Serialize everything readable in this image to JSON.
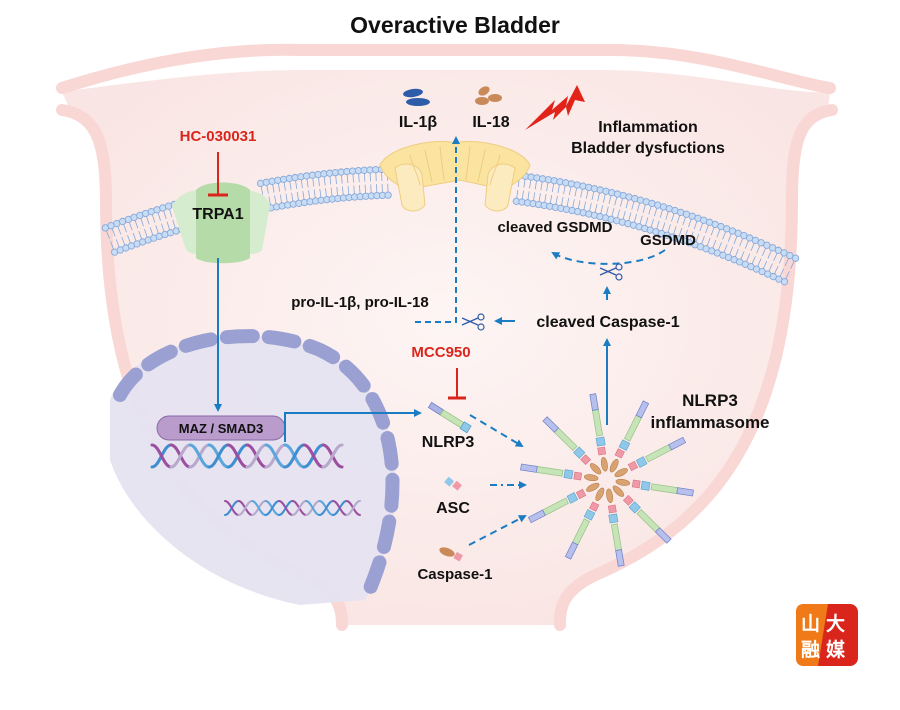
{
  "title": "Overactive Bladder",
  "colors": {
    "bladder_wall": "#f8d9d6",
    "bladder_fill": "#fbeeed",
    "nucleus_fill": "#e6e3f1",
    "nucleus_border": "#9aa0d2",
    "membrane_head": "#c8dcf5",
    "membrane_stroke": "#86a9d8",
    "arrow_blue": "#1a7dc4",
    "inhibitor_red": "#d9261c",
    "trpa1_green": "#b5dba8",
    "pore_yellow": "#fbe3a0",
    "il1b_blue": "#2f5ca8",
    "il18_brown": "#c98a5a",
    "tf_purple": "#b99ccc",
    "dna_blue": "#3f8fd0",
    "dna_purple": "#9c4fa0"
  },
  "labels": {
    "inhibitor_trpa1": "HC-030031",
    "trpa1": "TRPA1",
    "il1b": "IL-1β",
    "il18": "IL-18",
    "outcome_line1": "Inflammation",
    "outcome_line2": "Bladder dysfuctions",
    "cleaved_gsdmd": "cleaved GSDMD",
    "gsdmd": "GSDMD",
    "pro_cytokines": "pro-IL-1β, pro-IL-18",
    "cleaved_caspase1": "cleaved Caspase-1",
    "inhibitor_nlrp3": "MCC950",
    "transcription_factor": "MAZ / SMAD3",
    "nlrp3": "NLRP3",
    "inflammasome_line1": "NLRP3",
    "inflammasome_line2": "inflammasome",
    "asc": "ASC",
    "caspase1": "Caspase-1"
  },
  "logo": {
    "chars": [
      "山",
      "大",
      "融",
      "媒"
    ],
    "color_left": "#f07a18",
    "color_right": "#d9251c"
  }
}
